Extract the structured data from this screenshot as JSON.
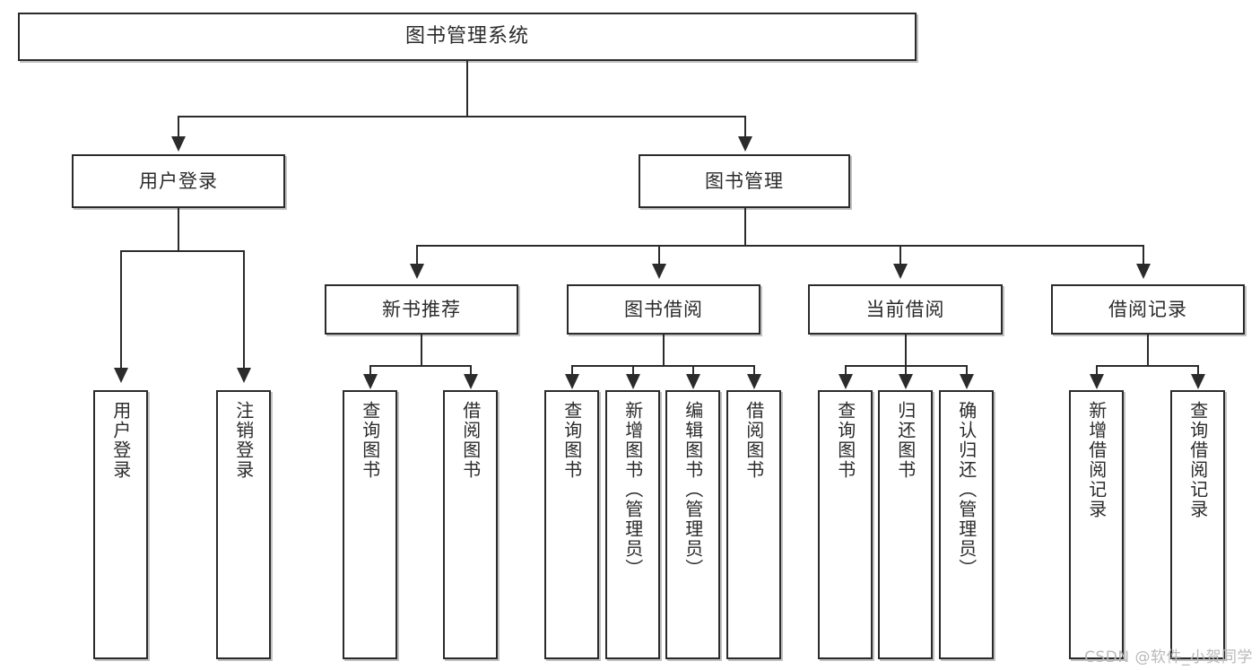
{
  "diagram": {
    "title": "图书管理系统",
    "watermark": "CSDN @软件_小贺同学",
    "root": {
      "label": "图书管理系统"
    },
    "level2": [
      {
        "label": "用户登录"
      },
      {
        "label": "图书管理"
      }
    ],
    "level3": [
      {
        "label": "新书推荐"
      },
      {
        "label": "图书借阅"
      },
      {
        "label": "当前借阅"
      },
      {
        "label": "借阅记录"
      }
    ],
    "leaves": {
      "user_login": [
        {
          "label": "用户登录"
        },
        {
          "label": "注销登录"
        }
      ],
      "new_book_recommend": [
        {
          "label": "查询图书"
        },
        {
          "label": "借阅图书"
        }
      ],
      "book_borrow": [
        {
          "label": "查询图书"
        },
        {
          "label": "新增图书（管理员）"
        },
        {
          "label": "编辑图书（管理员）"
        },
        {
          "label": "借阅图书"
        }
      ],
      "current_borrow": [
        {
          "label": "查询图书"
        },
        {
          "label": "归还图书"
        },
        {
          "label": "确认归还（管理员）"
        }
      ],
      "borrow_records": [
        {
          "label": "新增借阅记录"
        },
        {
          "label": "查询借阅记录"
        }
      ]
    },
    "colors": {
      "stroke": "#2b2b2b",
      "fill": "#ffffff",
      "watermark": "#b9b9b9"
    }
  }
}
